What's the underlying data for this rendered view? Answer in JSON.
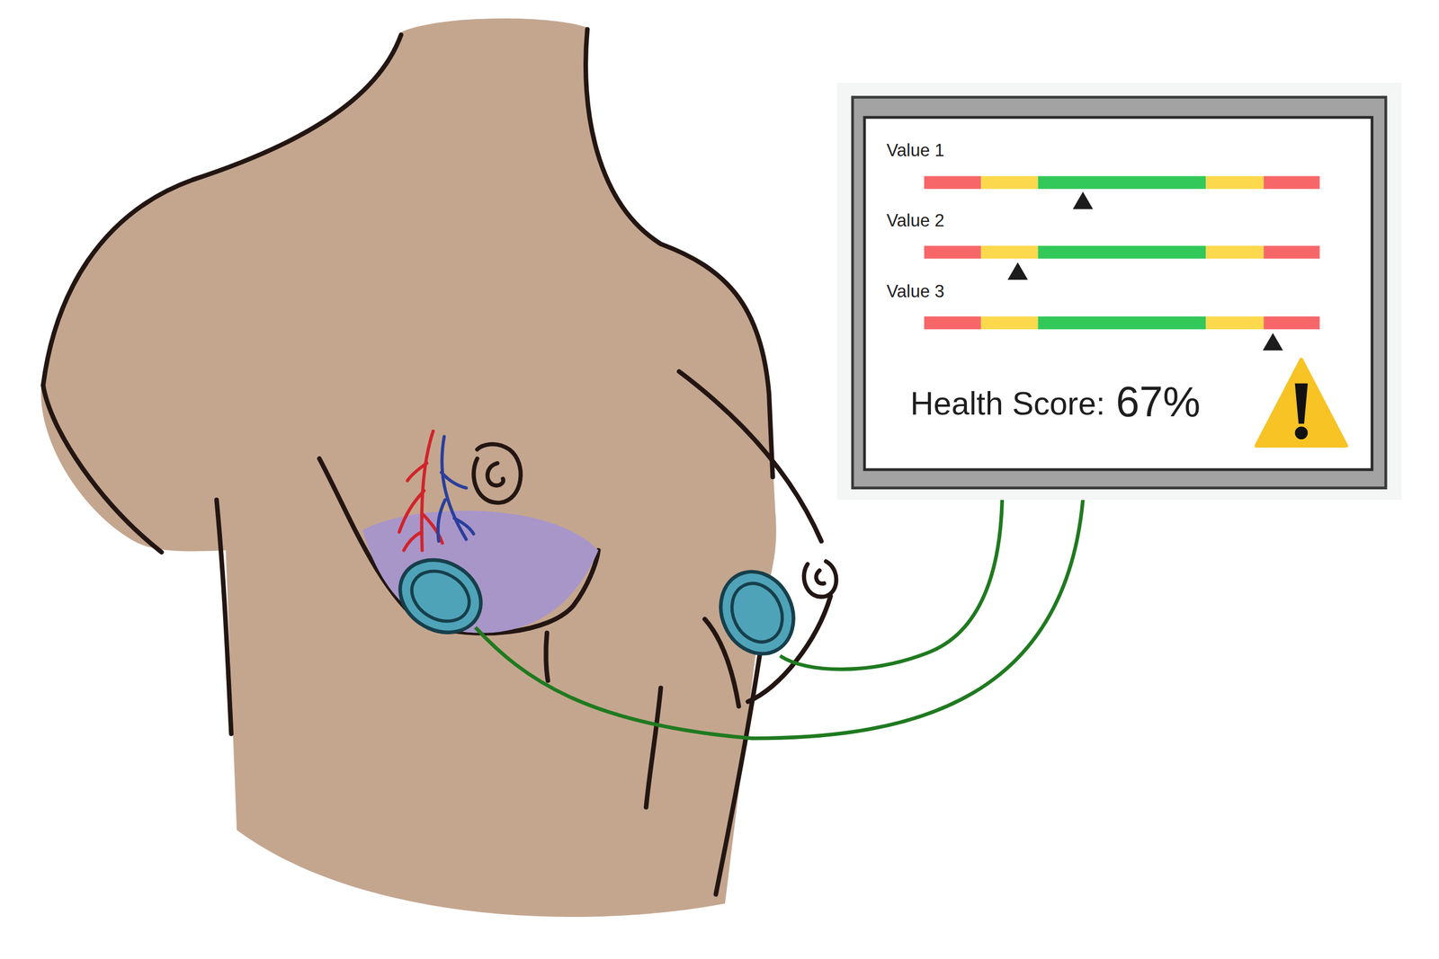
{
  "diagram": {
    "nodes": [
      {
        "text": [
          "Value 1",
          "Value 2",
          "Value 3",
          "Health Score:",
          "67%"
        ]
      }
    ]
  }
}
